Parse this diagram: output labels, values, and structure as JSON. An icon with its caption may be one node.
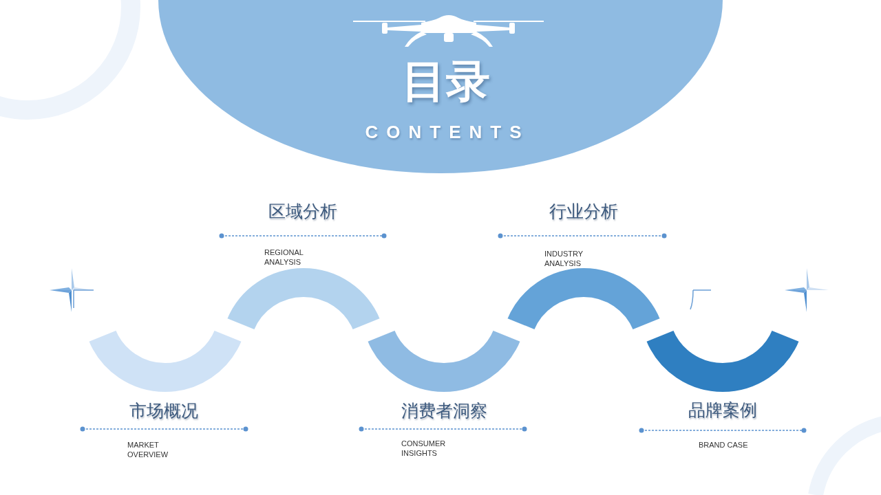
{
  "diagram": {
    "title": "目录",
    "nodes": [
      {
        "text": [
          "市场概况",
          "MARKET OVERVIEW"
        ]
      },
      {
        "text": [
          "区域分析",
          "REGIONAL ANALYSIS"
        ]
      },
      {
        "text": [
          "消费者洞察",
          "CONSUMER INSIGHTS"
        ]
      },
      {
        "text": [
          "行业分析",
          "INDUSTRY ANALYSIS"
        ]
      },
      {
        "text": [
          "品牌案例",
          "BRAND CASE"
        ]
      }
    ],
    "labels": [
      "CONTENTS"
    ]
  }
}
